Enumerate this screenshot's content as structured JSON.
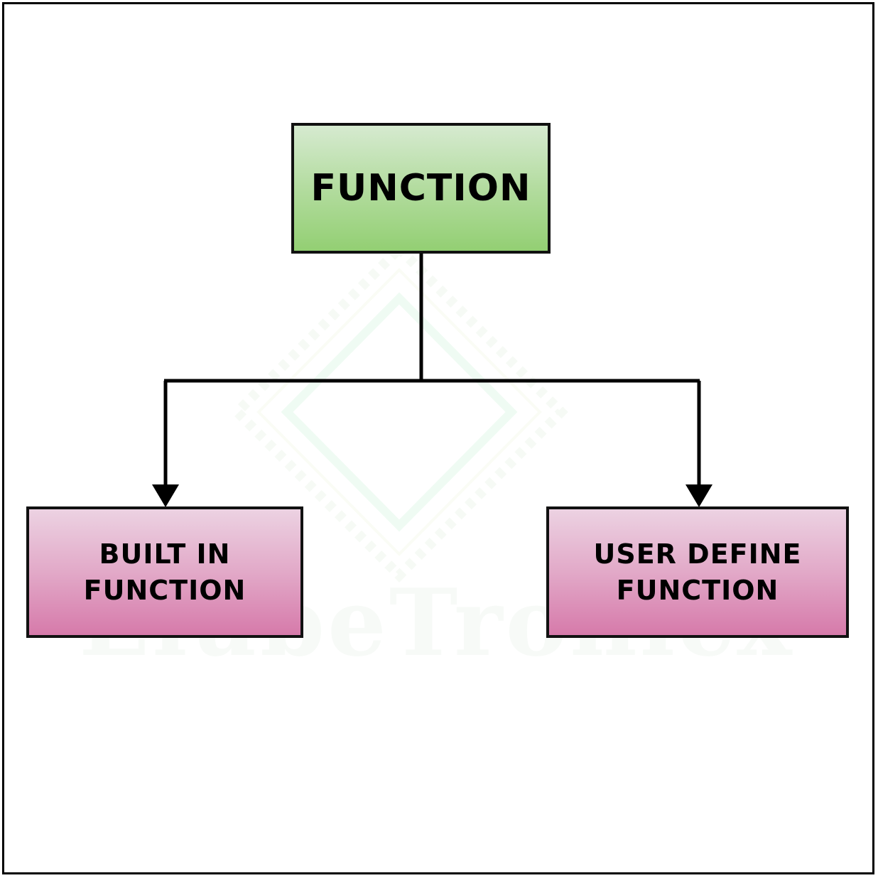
{
  "diagram": {
    "root": {
      "label": "FUNCTION"
    },
    "children": [
      {
        "label": "BUILT IN\nFUNCTION"
      },
      {
        "label": "USER DEFINE\nFUNCTION"
      }
    ]
  },
  "watermark": {
    "text": "ElubeTronicx"
  },
  "colors": {
    "root_fill": "#a8d890",
    "child_fill": "#e0a0c4",
    "border": "#111111",
    "connector": "#000000"
  }
}
